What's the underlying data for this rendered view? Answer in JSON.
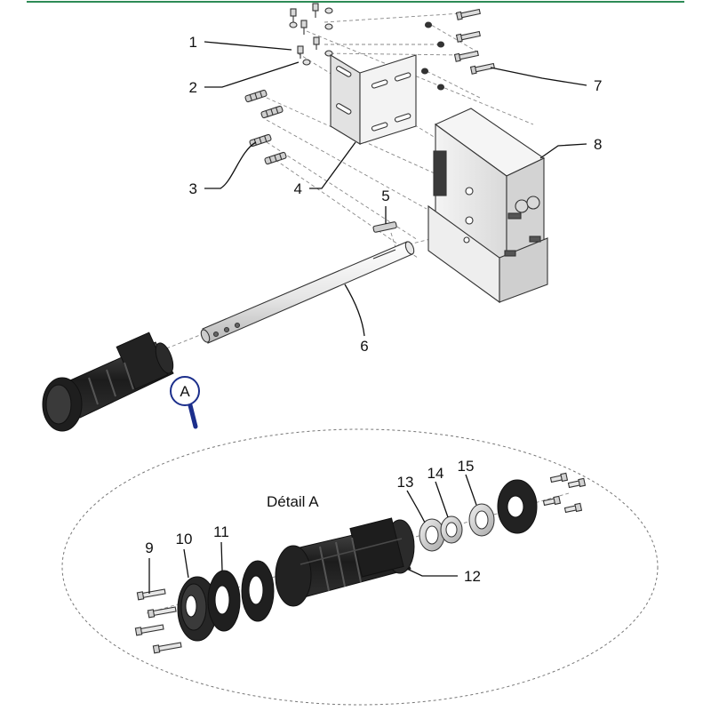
{
  "header": {
    "rule_color": "#2e8b57"
  },
  "detail": {
    "title": "Détail A",
    "magnifier_label": "A",
    "magnifier_color": "#1c2f8c"
  },
  "callouts": [
    {
      "id": "1",
      "label": "1",
      "part": "small-screw"
    },
    {
      "id": "2",
      "label": "2",
      "part": "washer"
    },
    {
      "id": "3",
      "label": "3",
      "part": "wall-plug"
    },
    {
      "id": "4",
      "label": "4",
      "part": "angle-bracket"
    },
    {
      "id": "5",
      "label": "5",
      "part": "key-pin"
    },
    {
      "id": "6",
      "label": "6",
      "part": "shaft"
    },
    {
      "id": "7",
      "label": "7",
      "part": "bolt"
    },
    {
      "id": "8",
      "label": "8",
      "part": "motor-housing"
    },
    {
      "id": "9",
      "label": "9",
      "part": "end-screw"
    },
    {
      "id": "10",
      "label": "10",
      "part": "end-flange"
    },
    {
      "id": "11",
      "label": "11",
      "part": "gasket"
    },
    {
      "id": "12",
      "label": "12",
      "part": "roller-body"
    },
    {
      "id": "13",
      "label": "13",
      "part": "bearing"
    },
    {
      "id": "14",
      "label": "14",
      "part": "bearing"
    },
    {
      "id": "15",
      "label": "15",
      "part": "bearing"
    }
  ],
  "colors": {
    "metal_light": "#f2f2f2",
    "metal_mid": "#d6d6d6",
    "metal_dark": "#a9a9a9",
    "black_part": "#1e1e1e",
    "black_part_hi": "#3a3a3a",
    "line": "#111111"
  }
}
